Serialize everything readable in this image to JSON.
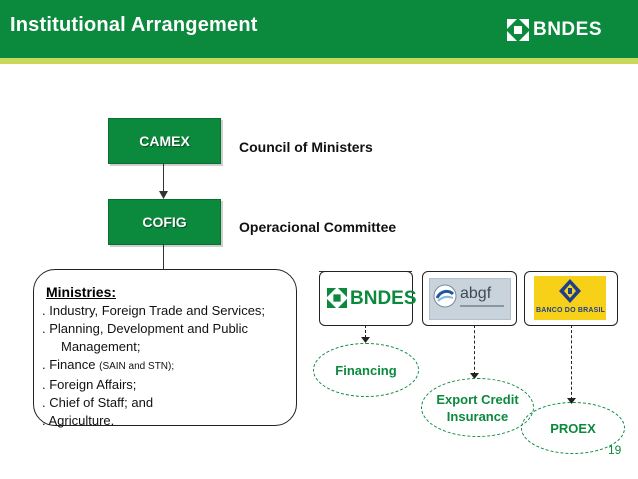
{
  "header": {
    "title": "Institutional Arrangement",
    "logo_text": "BNDES"
  },
  "hierarchy": [
    {
      "box": "CAMEX",
      "description": "Council of Ministers"
    },
    {
      "box": "COFIG",
      "description": "Operacional Committee"
    }
  ],
  "ministries": {
    "title": "Ministries:",
    "items": [
      ". Industry, Foreign Trade and Services;",
      ". Planning, Development and  Public",
      "Management;",
      ". Finance",
      "(SAIN and STN);",
      ". Foreign Affairs;",
      ". Chief of Staff; and",
      ". Agriculture."
    ]
  },
  "institutions": [
    {
      "logo_text": "BNDES",
      "program": "Financing"
    },
    {
      "logo_text": "abgf",
      "program": "Export Credit Insurance"
    },
    {
      "logo_text": "BANCO DO BRASIL",
      "program": "PROEX"
    }
  ],
  "colors": {
    "brand_green": "#0b8a3e",
    "accent_lime": "#c8d95a",
    "bb_yellow": "#f7d117",
    "bb_blue": "#1e3f8f"
  },
  "page_number": "19"
}
